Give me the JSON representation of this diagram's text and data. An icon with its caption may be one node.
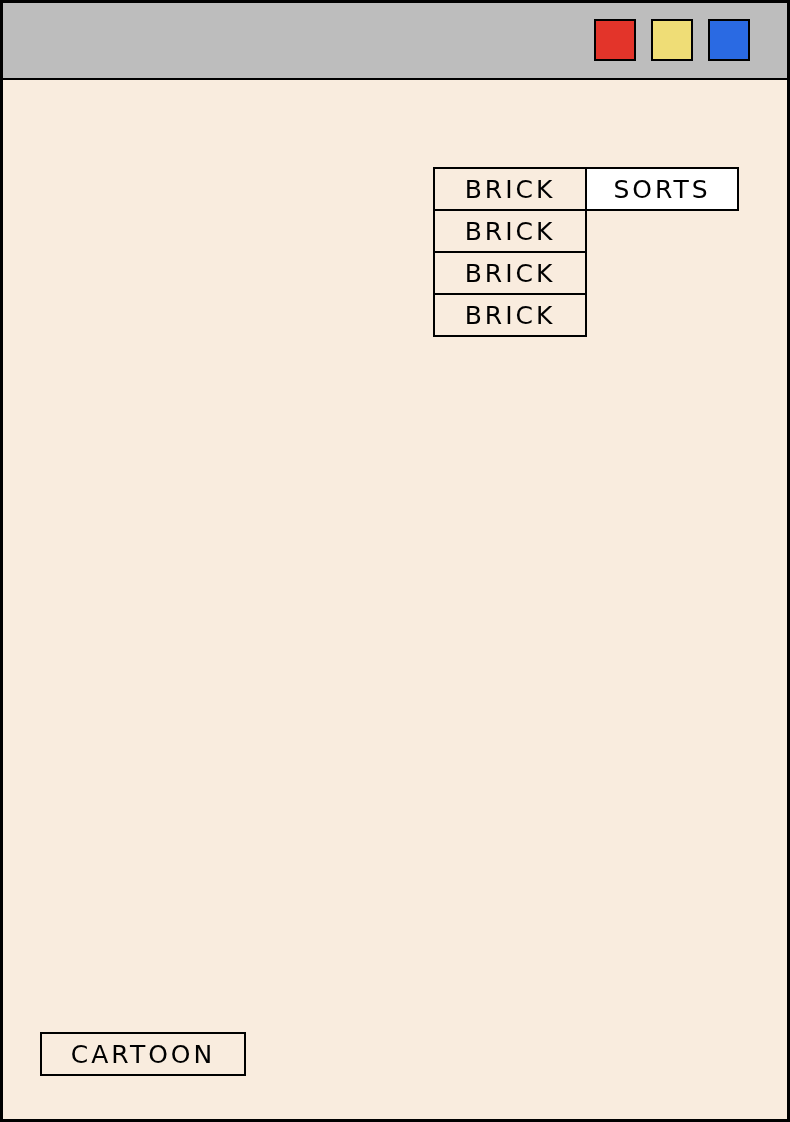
{
  "diagram": {
    "nodes": [
      {
        "text": [
          "BRICK"
        ]
      },
      {
        "text": [
          "SORTS"
        ]
      },
      {
        "text": [
          "BRICK"
        ]
      },
      {
        "text": [
          "BRICK"
        ]
      },
      {
        "text": [
          "BRICK"
        ]
      },
      {
        "text": [
          "CARTOON"
        ]
      }
    ]
  }
}
